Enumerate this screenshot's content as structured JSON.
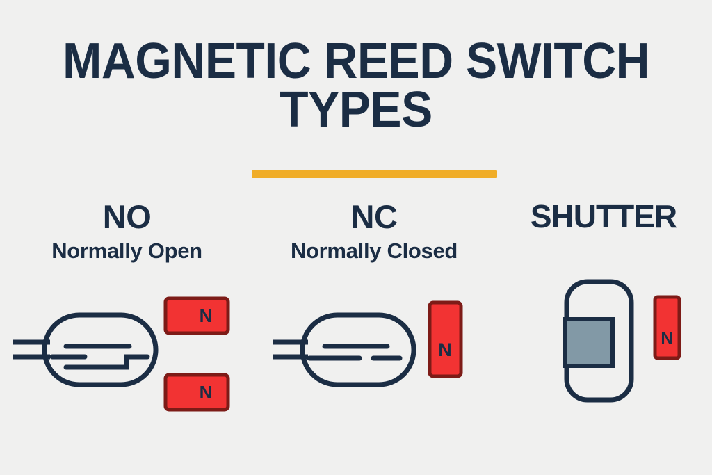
{
  "page": {
    "title_line1": "MAGNETIC REED SWITCH",
    "title_line2": "TYPES",
    "background_color": "#f0f0ef",
    "ink_color": "#1b2d44",
    "accent_color": "#f0ad28",
    "magnet_color": "#f23333",
    "magnet_border_color": "#7d1b17",
    "shutter_fill_color": "#8299a6"
  },
  "columns": [
    {
      "abbr": "NO",
      "full": "Normally Open",
      "magnet_labels": [
        "N",
        "N"
      ],
      "magnet_count": 2,
      "magnet_orientation": "horizontal",
      "contact_state": "open"
    },
    {
      "abbr": "NC",
      "full": "Normally Closed",
      "magnet_labels": [
        "N"
      ],
      "magnet_count": 1,
      "magnet_orientation": "vertical",
      "contact_state": "closed"
    },
    {
      "abbr": "SHUTTER",
      "full": "",
      "magnet_labels": [
        "N"
      ],
      "magnet_count": 1,
      "magnet_orientation": "vertical",
      "contact_state": "shielded"
    }
  ]
}
